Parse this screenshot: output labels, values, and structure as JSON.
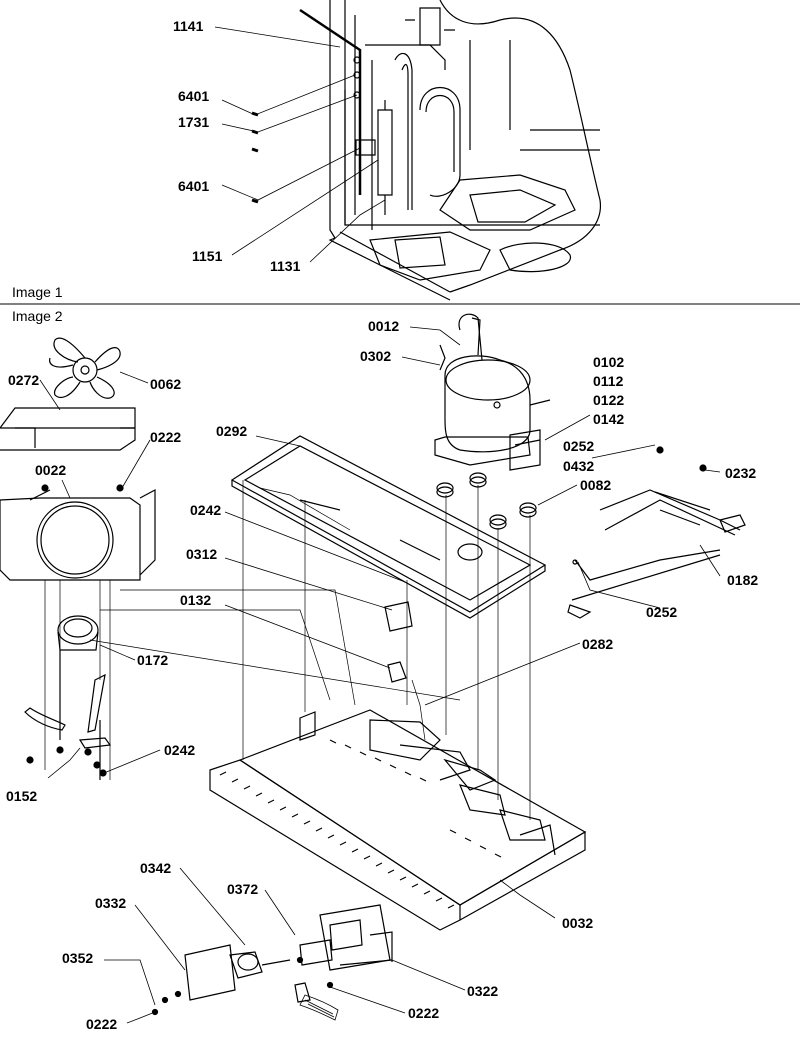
{
  "panels": [
    {
      "caption": "Image 1"
    },
    {
      "caption": "Image 2"
    }
  ],
  "parts": {
    "p1141": "1141",
    "p6401a": "6401",
    "p1731": "1731",
    "p6401b": "6401",
    "p1151": "1151",
    "p1131": "1131",
    "p0012": "0012",
    "p0302": "0302",
    "p0102": "0102",
    "p0112": "0112",
    "p0122": "0122",
    "p0142": "0142",
    "p0252a": "0252",
    "p0432": "0432",
    "p0232": "0232",
    "p0082": "0082",
    "p0182": "0182",
    "p0252b": "0252",
    "p0272": "0272",
    "p0062": "0062",
    "p0222a": "0222",
    "p0022": "0022",
    "p0292": "0292",
    "p0242a": "0242",
    "p0312": "0312",
    "p0132": "0132",
    "p0172": "0172",
    "p0282": "0282",
    "p0152": "0152",
    "p0242b": "0242",
    "p0032": "0032",
    "p0342": "0342",
    "p0332": "0332",
    "p0372": "0372",
    "p0352": "0352",
    "p0322": "0322",
    "p0222b": "0222",
    "p0222c": "0222"
  }
}
